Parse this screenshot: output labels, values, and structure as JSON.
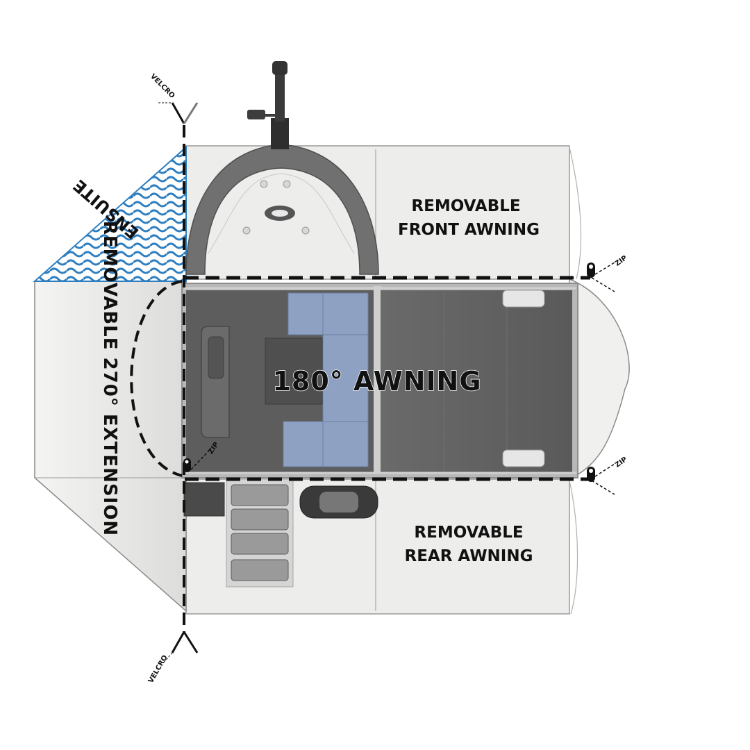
{
  "labels": {
    "front_awning_line1": "REMOVABLE",
    "front_awning_line2": "FRONT AWNING",
    "rear_awning_line1": "REMOVABLE",
    "rear_awning_line2": "REAR AWNING",
    "main_awning": "180° AWNING",
    "ensuite": "ENSUITE",
    "extension": "REMOVABLE 270° EXTENSION",
    "velcro_top": "VELCRO",
    "velcro_bottom": "VELCRO",
    "zip_top_right": "ZIP",
    "zip_bottom_right": "ZIP",
    "zip_left": "ZIP"
  },
  "colors": {
    "awning_fill": "#ececea",
    "awning_edge": "#8a8a8a",
    "trailer_floor": "#5e5e5e",
    "trailer_frame": "#b9b9b9",
    "kitchen_blue": "#8fa3c4",
    "arch_gray": "#6f6f6f",
    "ensuite_blue": "#2f7fc0",
    "dash": "#111111"
  }
}
